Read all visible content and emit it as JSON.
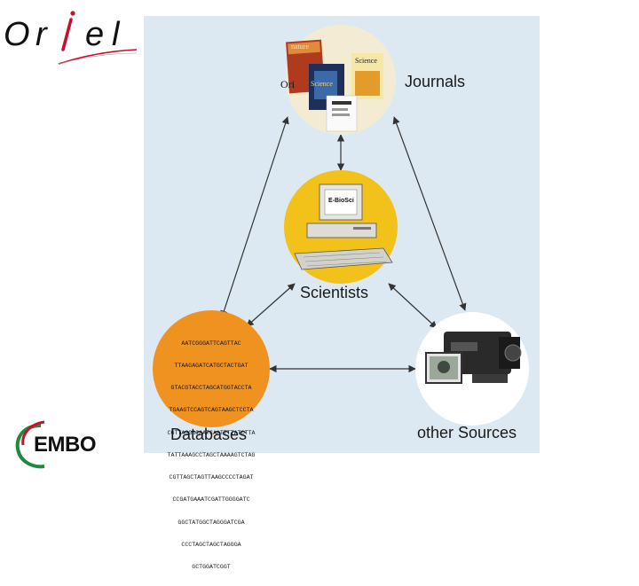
{
  "logos": {
    "oriel": [
      "O",
      "r",
      "e",
      "l"
    ],
    "embo": "EMBO"
  },
  "diagram": {
    "journals": {
      "label": "Journals",
      "overlay": "Ori",
      "covers": [
        "nature",
        "Science",
        "Science"
      ]
    },
    "scientists": {
      "label": "Scientists",
      "screen_text": "E-BioSci"
    },
    "databases": {
      "label": "Databases",
      "sequence": [
        "AATCGGGATTCAGTTAC",
        "TTAAGAGATCATGCTACTGAT",
        "GTACGTACCTAGCATGGTACCTA",
        "TGAAGTCCAGTCAGTAAGCTCCTA",
        "CGTTAGGGCAATCAATTTTATCTTA",
        "TATTAAAGCCTAGCTAAAAGTCTAG",
        "CGTTAGCTAGTTAAGCCCCTAGAT",
        "CCGATGAAATCGATTGGGGATC",
        "GGCTATGGCTAGGGATCGA",
        "CCCTAGCTAGCTAGGGA",
        "GCTGGATCGGT"
      ]
    },
    "other_sources": {
      "label": "other Sources"
    }
  },
  "colors": {
    "panel_bg": "#dce9f2",
    "journals_circle": "#f3ecd2",
    "scientists_circle": "#f2c21b",
    "databases_circle": "#f0921f",
    "other_sources_circle": "#ffffff",
    "arrow": "#333333",
    "logo_red": "#c8102e",
    "embo_green": "#1f8a3b"
  }
}
